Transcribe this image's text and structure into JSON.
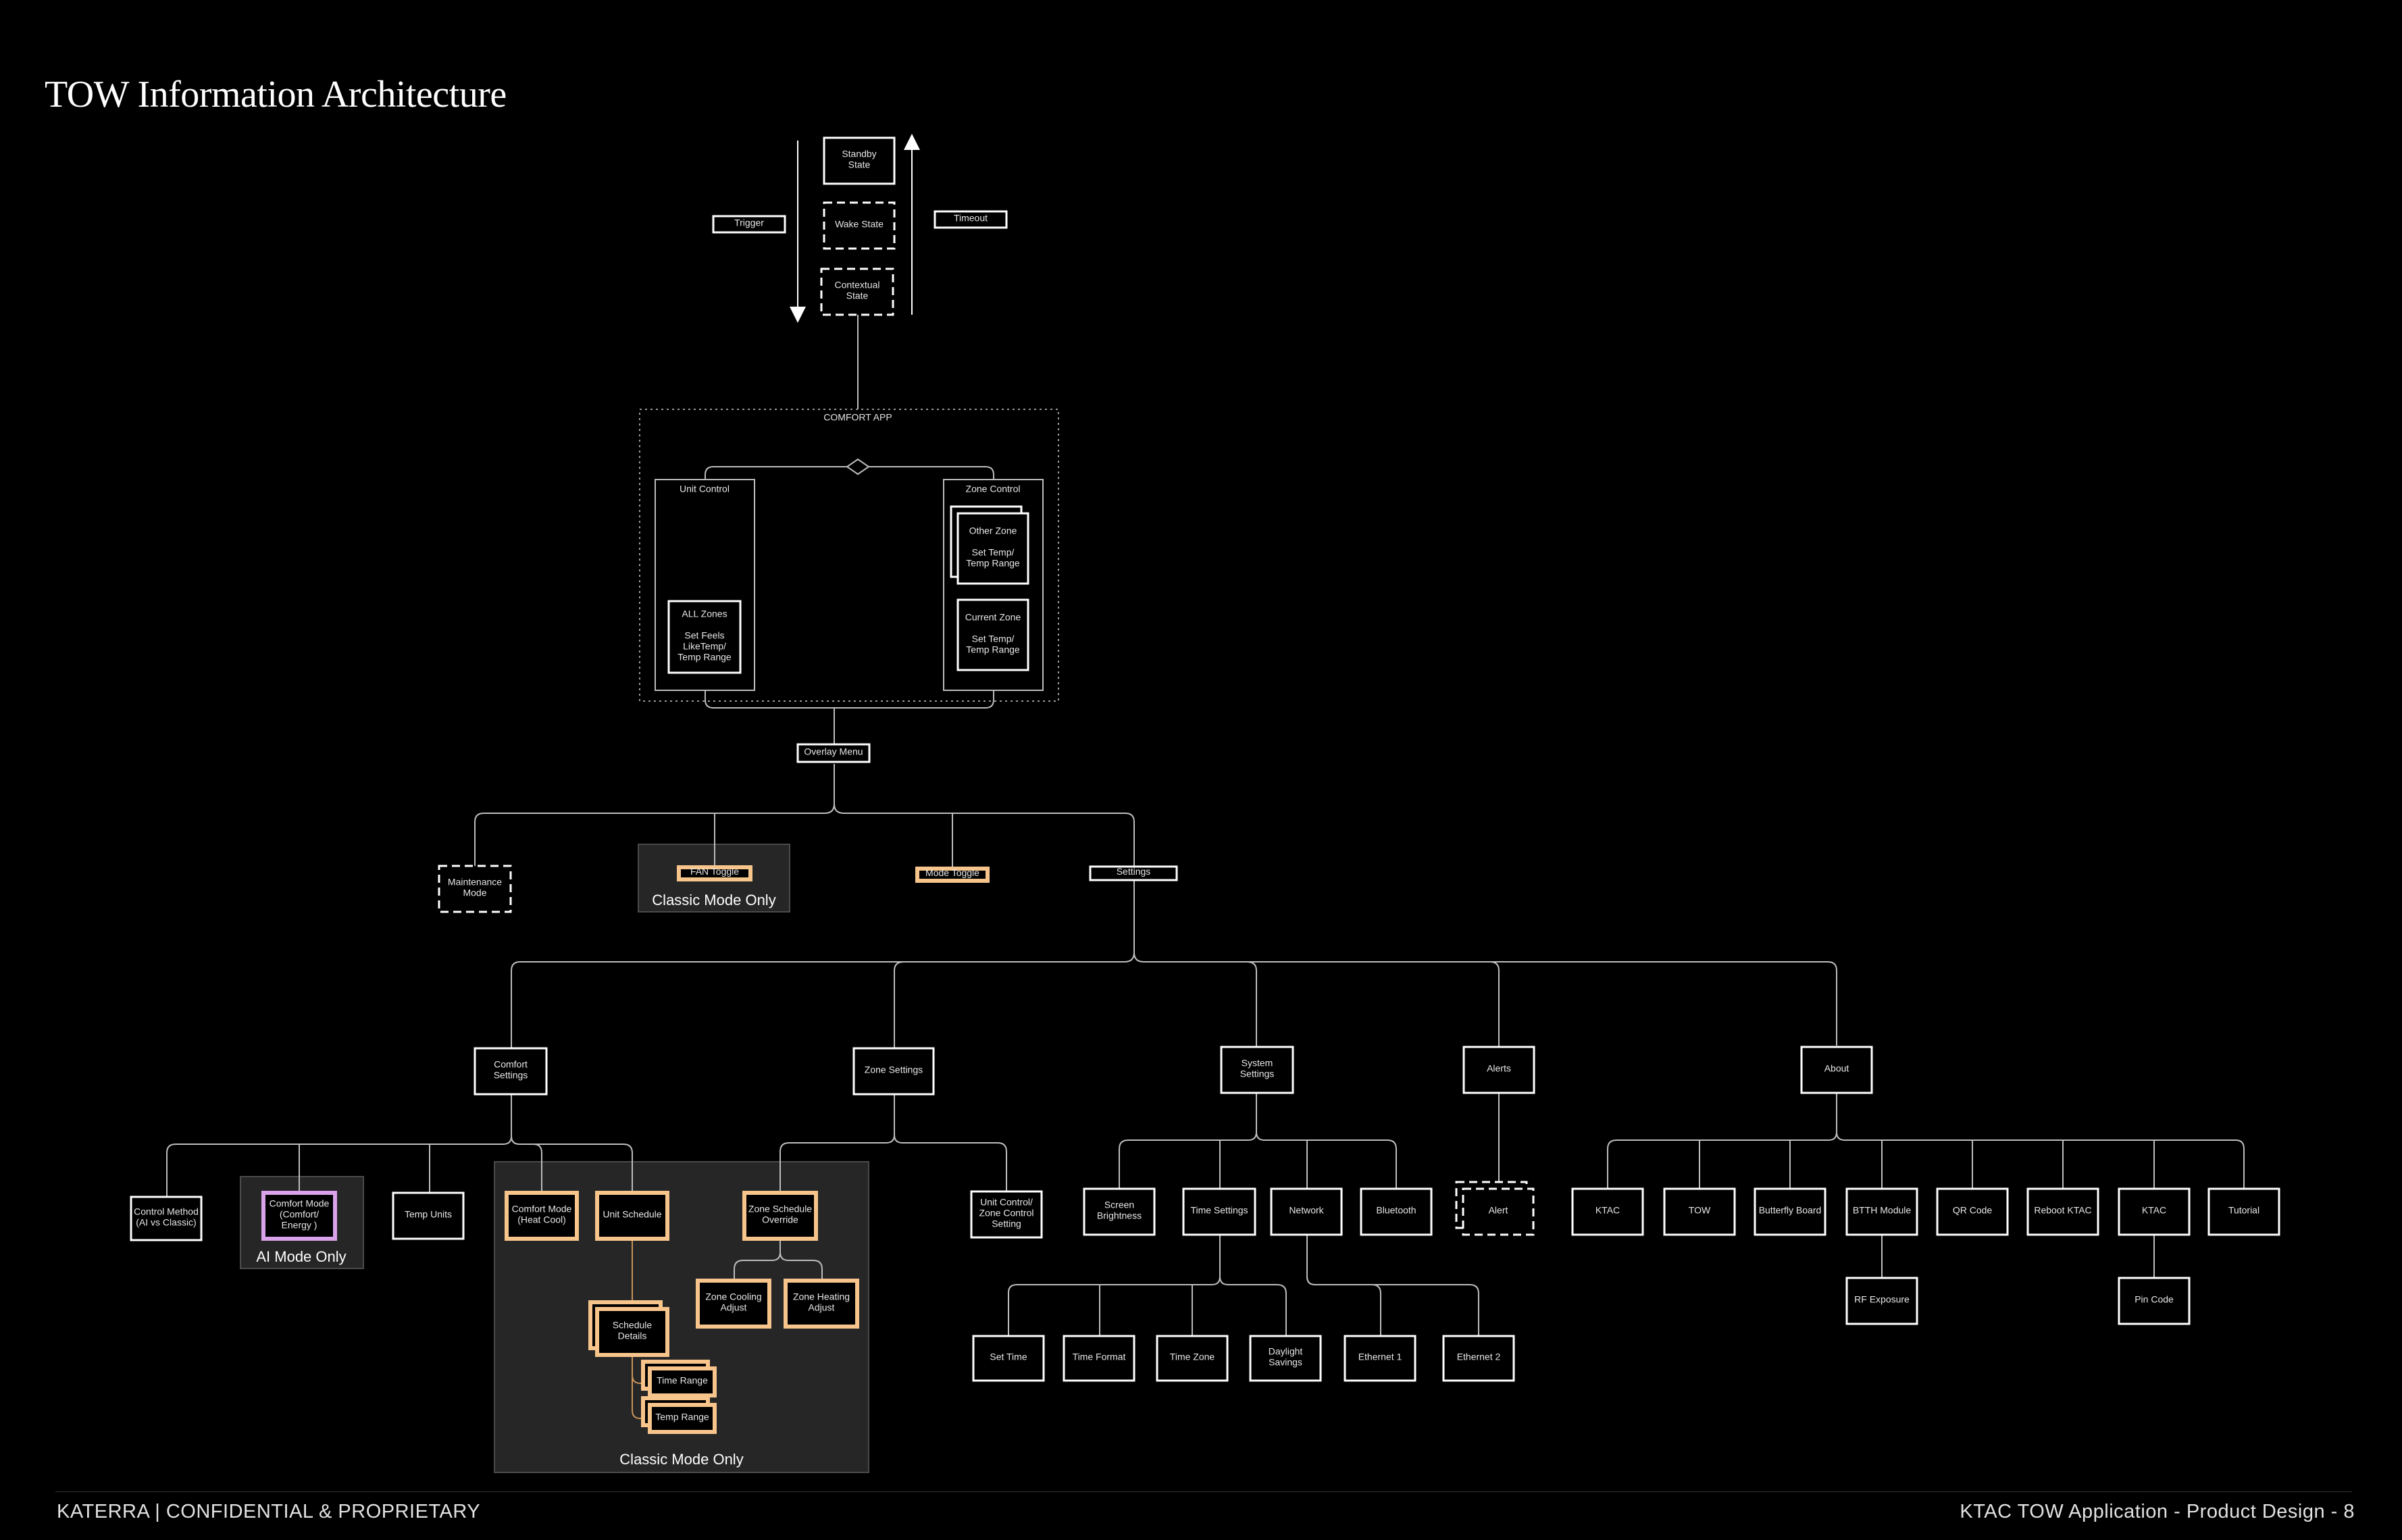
{
  "title": "TOW Information Architecture",
  "footer": {
    "left": "KATERRA | CONFIDENTIAL & PROPRIETARY",
    "right": "KTAC TOW Application - Product Design - 8"
  },
  "colors": {
    "background": "#000000",
    "line": "#bdbdbd",
    "classic_highlight": "#f7c48b",
    "ai_highlight": "#d9a2ea",
    "region_fill": "#262626"
  },
  "nodes": {
    "standby": [
      "Standby",
      "State"
    ],
    "wake": [
      "Wake State"
    ],
    "contextual": [
      "Contextual",
      "State"
    ],
    "trigger": [
      "Trigger"
    ],
    "timeout": [
      "Timeout"
    ],
    "comfort_app": [
      "COMFORT APP"
    ],
    "unit_control": [
      "Unit Control"
    ],
    "zone_control": [
      "Zone Control"
    ],
    "all_zones": [
      "ALL Zones",
      "",
      "Set Feels",
      "LikeTemp/",
      "Temp Range"
    ],
    "other_zone": [
      "Other Zone",
      "",
      "Set Temp/",
      "Temp Range"
    ],
    "current_zone": [
      "Current Zone",
      "",
      "Set Temp/",
      "Temp Range"
    ],
    "overlay_menu": [
      "Overlay Menu"
    ],
    "maintenance": [
      "Maintenance",
      "Mode"
    ],
    "fan_toggle": [
      "FAN Toggle"
    ],
    "mode_toggle": [
      "Mode Toggle"
    ],
    "settings": [
      "Settings"
    ],
    "comfort_settings": [
      "Comfort",
      "Settings"
    ],
    "zone_settings": [
      "Zone Settings"
    ],
    "system_settings": [
      "System",
      "Settings"
    ],
    "alerts": [
      "Alerts"
    ],
    "about": [
      "About"
    ],
    "control_method": [
      "Control Method",
      "(AI vs Classic)"
    ],
    "comfort_mode": [
      "Comfort Mode",
      "(Comfort/",
      "Energy )"
    ],
    "temp_units": [
      "Temp Units"
    ],
    "comfort_mode_heatcool": [
      "Comfort  Mode",
      "(Heat Cool)"
    ],
    "unit_schedule": [
      "Unit Schedule"
    ],
    "zone_schedule_override": [
      "Zone Schedule",
      "Override"
    ],
    "zone_cooling_adjust": [
      "Zone Cooling",
      "Adjust"
    ],
    "zone_heating_adjust": [
      "Zone Heating",
      "Adjust"
    ],
    "schedule_details": [
      "Schedule",
      "Details"
    ],
    "time_range": [
      "Time Range"
    ],
    "temp_range": [
      "Temp Range"
    ],
    "unit_zone_control": [
      "Unit Control/",
      "Zone Control",
      "Setting"
    ],
    "screen_brightness": [
      "Screen",
      "Brightness"
    ],
    "time_settings": [
      "Time Settings"
    ],
    "network": [
      "Network"
    ],
    "bluetooth": [
      "Bluetooth"
    ],
    "alert": [
      "Alert"
    ],
    "set_time": [
      "Set Time"
    ],
    "time_format": [
      "Time Format"
    ],
    "time_zone": [
      "Time Zone"
    ],
    "daylight_savings": [
      "Daylight",
      "Savings"
    ],
    "ethernet1": [
      "Ethernet 1"
    ],
    "ethernet2": [
      "Ethernet 2"
    ],
    "about_ktac": [
      "KTAC"
    ],
    "about_tow": [
      "TOW"
    ],
    "butterfly_board": [
      "Butterfly Board"
    ],
    "btth_module": [
      "BTTH Module"
    ],
    "qr_code": [
      "QR Code"
    ],
    "reboot_ktac": [
      "Reboot KTAC"
    ],
    "about_ktac2": [
      "KTAC"
    ],
    "tutorial": [
      "Tutorial"
    ],
    "rf_exposure": [
      "RF Exposure"
    ],
    "pin_code": [
      "Pin Code"
    ]
  },
  "regions": {
    "classic_fan": "Classic Mode Only",
    "ai_mode": "AI Mode Only",
    "classic_schedule": "Classic Mode Only"
  }
}
